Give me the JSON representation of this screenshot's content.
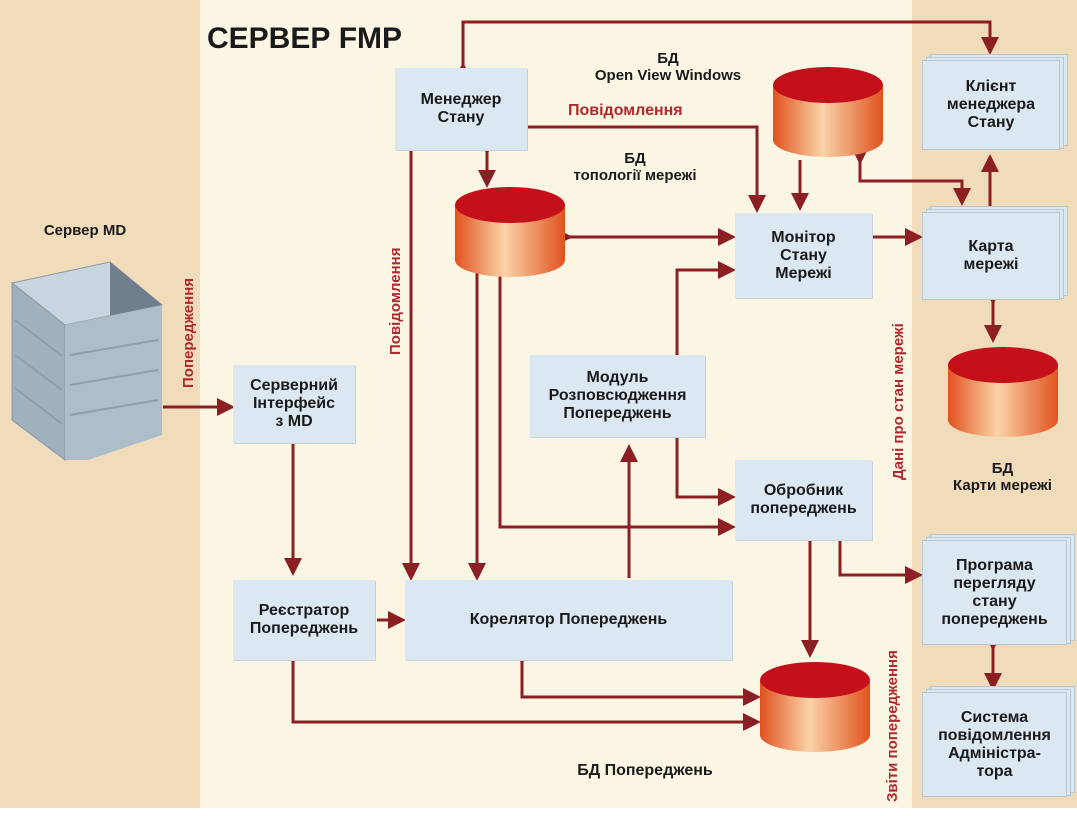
{
  "title": "СЕРВЕР FMP",
  "boxes": {
    "state_manager": "Менеджер\nСтану",
    "server_interface": "Серверний\nІнтерфейс\nз MD",
    "alert_registrar": "Реєстратор\nПопереджень",
    "alert_correlator": "Корелятор Попереджень",
    "alert_distribution": "Модуль\nРозповсюдження\nПопереджень",
    "alert_processor": "Обробник\nпопереджень",
    "network_monitor": "Монітор\nСтану\nМережі",
    "state_manager_client": "Клієнт\nменеджера\nСтану",
    "network_map": "Карта\nмережі",
    "alert_viewer": "Програма\nперегляду\nстану\nпопереджень",
    "admin_notification": "Система\nповідомлення\nАдміністра-\nтора"
  },
  "databases": {
    "openview": "БД\nOpen View Windows",
    "topology": "БД\nтопології мережі",
    "network_map": "БД\nКарти мережі",
    "alerts": "БД Попереджень"
  },
  "labels": {
    "md_server": "Сервер MD",
    "warnings_left": "Попередження",
    "messages_vertical": "Повідомлення",
    "messages_top": "Повідомлення",
    "network_state_data": "Дані про стан мережі",
    "alert_reports": "Звіти попередження"
  },
  "colors": {
    "arrow": "#8b1f24",
    "db_red": "#c4101a",
    "box_fill": "#dce8f1",
    "label_red": "#b0292c"
  }
}
